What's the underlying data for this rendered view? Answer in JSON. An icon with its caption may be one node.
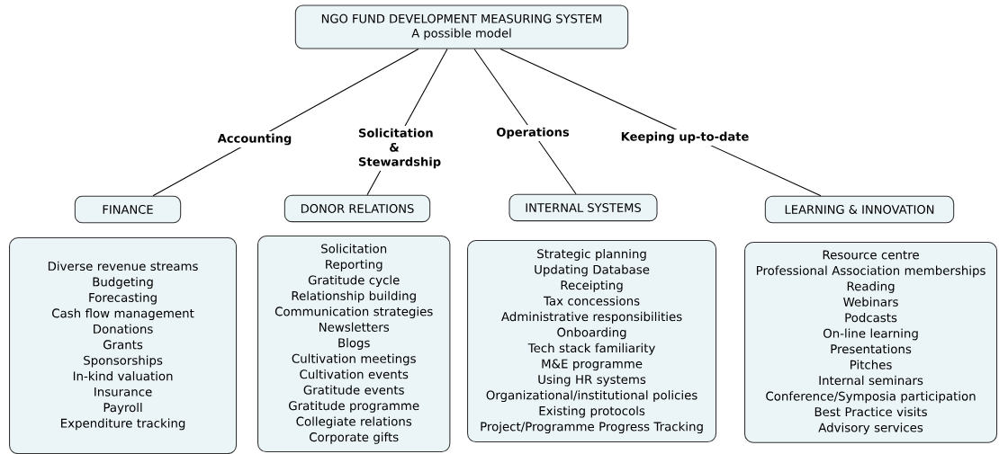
{
  "diagram": {
    "nodes": [
      {
        "text": [
          "NGO FUND DEVELOPMENT MEASURING SYSTEM",
          "A possible model"
        ]
      },
      {
        "text": [
          "FINANCE"
        ]
      },
      {
        "text": [
          "DONOR RELATIONS"
        ]
      },
      {
        "text": [
          "INTERNAL SYSTEMS"
        ]
      },
      {
        "text": [
          "LEARNING & INNOVATION"
        ]
      },
      {
        "text": [
          "Diverse revenue streams",
          "Budgeting",
          "Forecasting",
          "Cash flow management",
          "Donations",
          "Grants",
          "Sponsorships",
          "In-kind valuation",
          "Insurance",
          "Payroll",
          "Expenditure tracking"
        ]
      },
      {
        "text": [
          "Solicitation",
          "Reporting",
          "Gratitude cycle",
          "Relationship building",
          "Communication strategies",
          "Newsletters",
          "Blogs",
          "Cultivation meetings",
          "Cultivation events",
          "Gratitude events",
          "Gratitude programme",
          "Collegiate relations",
          "Corporate gifts"
        ]
      },
      {
        "text": [
          "Strategic planning",
          "Updating Database",
          "Receipting",
          "Tax concessions",
          "Administrative responsibilities",
          "Onboarding",
          "Tech stack familiarity",
          "M&E programme",
          "Using HR systems",
          "Organizational/institutional policies",
          "Existing protocols",
          "Project/Programme Progress Tracking"
        ]
      },
      {
        "text": [
          "Resource centre",
          "Professional Association memberships",
          "Reading",
          "Webinars",
          "Podcasts",
          "On-line learning",
          "Presentations",
          "Pitches",
          "Internal seminars",
          "Conference/Symposia participation",
          "Best Practice visits",
          "Advisory services"
        ]
      }
    ],
    "edges": [
      {
        "from": 0,
        "to": 1,
        "arrow": "none",
        "label": "Accounting"
      },
      {
        "from": 0,
        "to": 2,
        "arrow": "none",
        "label": "Solicitation & Stewardship"
      },
      {
        "from": 0,
        "to": 3,
        "arrow": "none",
        "label": "Operations"
      },
      {
        "from": 0,
        "to": 4,
        "arrow": "none",
        "label": "Keeping up-to-date"
      }
    ]
  }
}
